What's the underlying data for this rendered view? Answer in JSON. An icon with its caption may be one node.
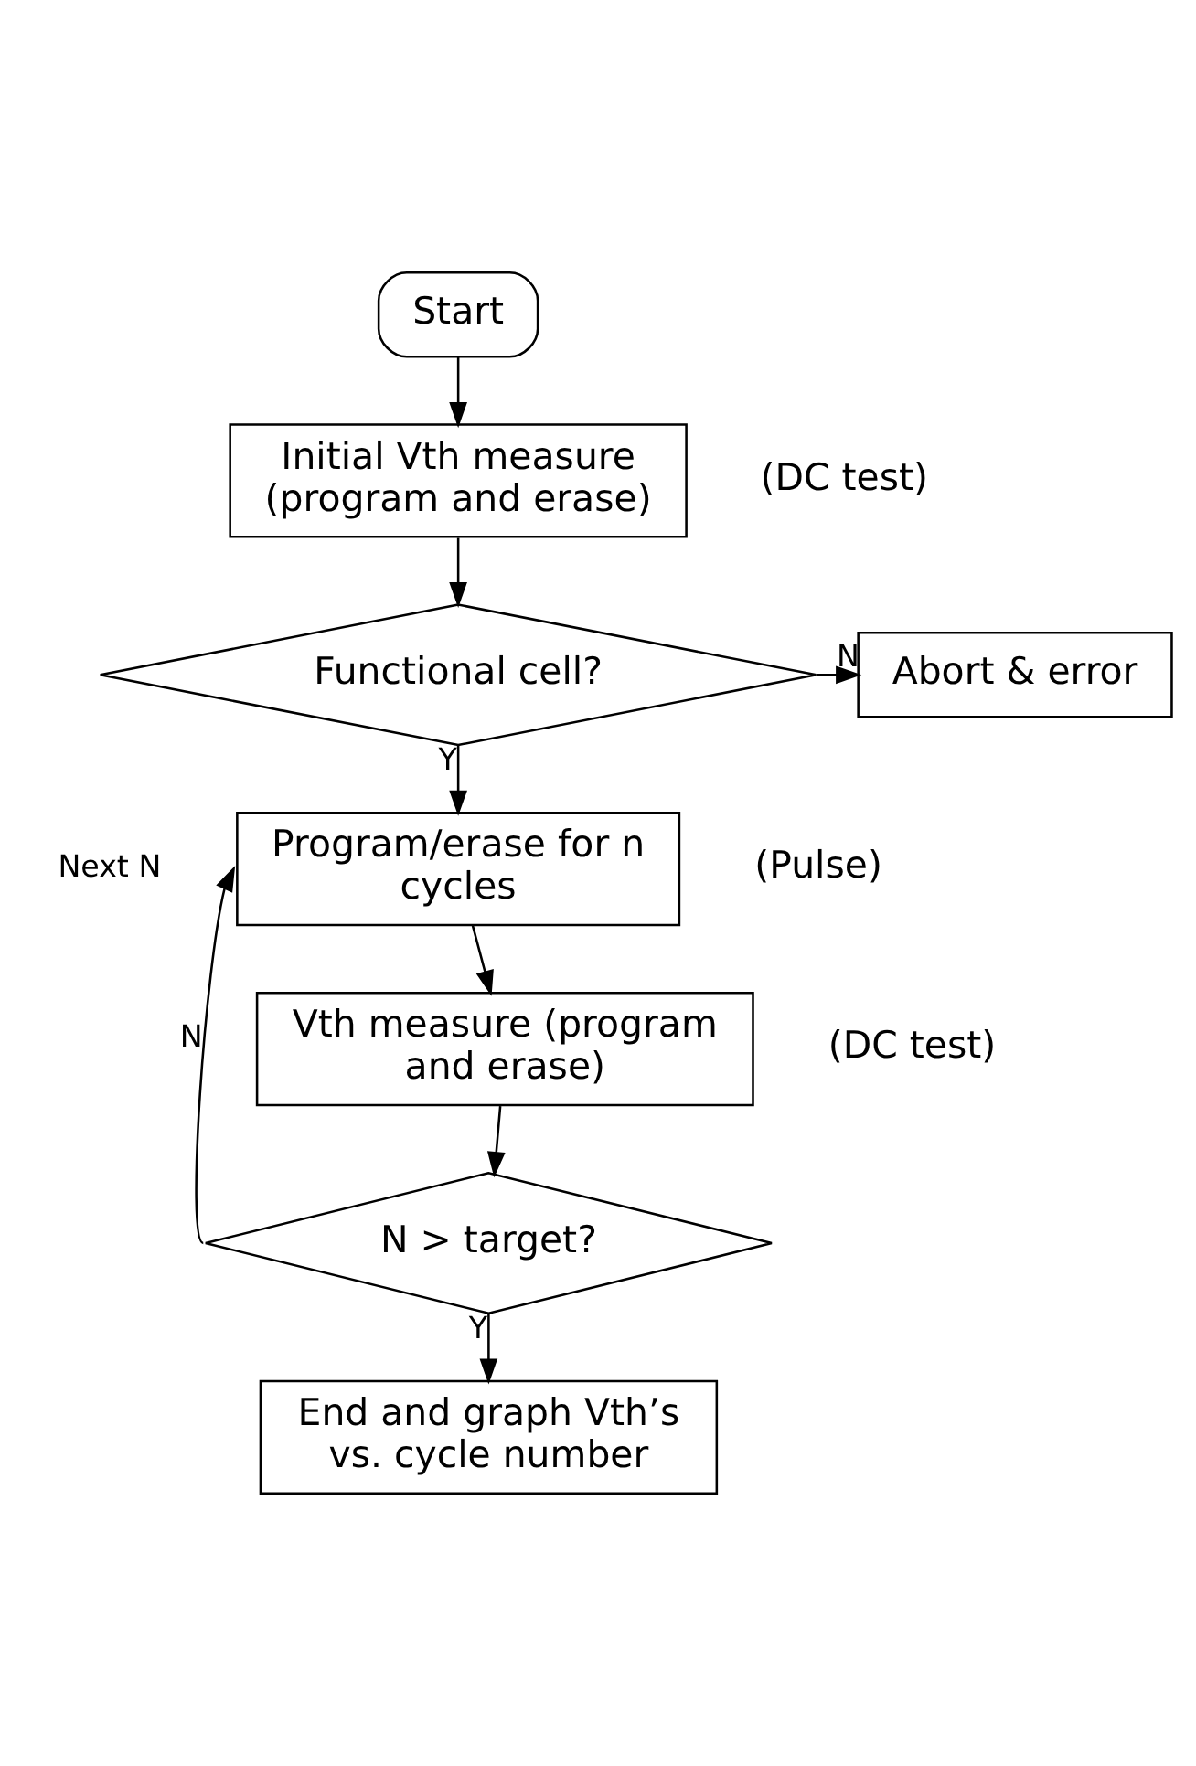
{
  "diagram": {
    "nodes": [
      {
        "text": [
          "Start"
        ]
      },
      {
        "text": [
          "Initial Vth measure (program and erase)"
        ],
        "beside": [
          "(DC test)"
        ]
      },
      {
        "text": [
          "Functional cell?"
        ]
      },
      {
        "text": [
          "Abort & error"
        ]
      },
      {
        "text": [
          "Program/erase for n cycles"
        ],
        "beside": [
          "(Pulse)"
        ]
      },
      {
        "text": [
          "Vth measure (program and erase)"
        ],
        "beside": [
          "(DC test)"
        ]
      },
      {
        "text": [
          "N > target?"
        ]
      },
      {
        "text": [
          "End and graph Vth’s vs. cycle number"
        ]
      }
    ],
    "edges": [
      {
        "from": 0,
        "to": 1,
        "arrow": "to"
      },
      {
        "from": 1,
        "to": 2,
        "arrow": "to"
      },
      {
        "from": 2,
        "to": 3,
        "arrow": "to",
        "label": "N"
      },
      {
        "from": 2,
        "to": 4,
        "arrow": "to",
        "label": "Y"
      },
      {
        "from": 4,
        "to": 5,
        "arrow": "to"
      },
      {
        "from": 5,
        "to": 6,
        "arrow": "to"
      },
      {
        "from": 6,
        "to": 4,
        "arrow": "to",
        "label": "N"
      },
      {
        "from": 6,
        "to": 7,
        "arrow": "to",
        "label": "Y"
      }
    ],
    "labels": [
      "Next N"
    ]
  }
}
